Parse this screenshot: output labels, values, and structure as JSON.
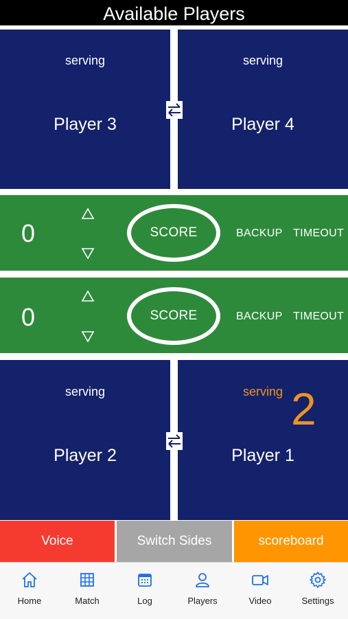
{
  "header": {
    "title": "Available Players"
  },
  "court": {
    "top": {
      "left": {
        "serving": "serving",
        "player": "Player 3"
      },
      "right": {
        "serving": "serving",
        "player": "Player 4"
      }
    },
    "bottom": {
      "left": {
        "serving": "serving",
        "player": "Player 2"
      },
      "right": {
        "serving": "serving",
        "player": "Player 1",
        "serve_count": "2"
      }
    }
  },
  "score_rows": [
    {
      "score": "0",
      "score_label": "SCORE",
      "backup": "BACKUP",
      "timeout": "TIMEOUT"
    },
    {
      "score": "0",
      "score_label": "SCORE",
      "backup": "BACKUP",
      "timeout": "TIMEOUT"
    }
  ],
  "actions": {
    "voice": "Voice",
    "switch_sides": "Switch Sides",
    "scoreboard": "scoreboard"
  },
  "tabs": [
    {
      "label": "Home",
      "icon": "house-icon"
    },
    {
      "label": "Match",
      "icon": "grid-icon"
    },
    {
      "label": "Log",
      "icon": "calendar-icon"
    },
    {
      "label": "Players",
      "icon": "person-icon"
    },
    {
      "label": "Video",
      "icon": "video-camera-icon"
    },
    {
      "label": "Settings",
      "icon": "gear-icon"
    }
  ],
  "colors": {
    "court_blue": "#14216b",
    "score_green": "#2e8a3b",
    "accent_orange": "#f0921f",
    "voice_red": "#f53b30",
    "switch_gray": "#a6a6a6",
    "scoreboard_orange": "#ff9500",
    "tab_blue": "#1e6ff2"
  }
}
